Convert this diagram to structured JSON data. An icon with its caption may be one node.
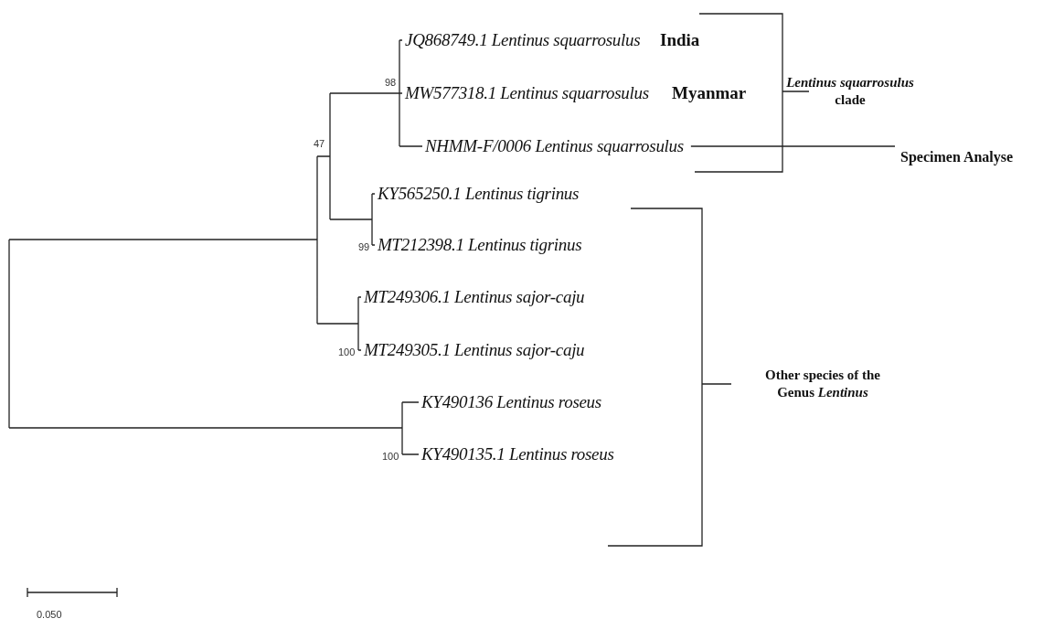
{
  "diagram": {
    "nodes": [
      {
        "text": [
          "JQ868749.1 Lentinus squarrosulus"
        ],
        "beside": [
          "India"
        ]
      },
      {
        "text": [
          "MW577318.1 Lentinus squarrosulus"
        ],
        "beside": [
          "Myanmar"
        ]
      },
      {
        "text": [
          "NHMM-F/0006 Lentinus squarrosulus"
        ]
      },
      {
        "text": [
          "KY565250.1 Lentinus tigrinus"
        ]
      },
      {
        "text": [
          "MT212398.1 Lentinus tigrinus"
        ]
      },
      {
        "text": [
          "MT249306.1 Lentinus sajor-caju"
        ]
      },
      {
        "text": [
          "MT249305.1 Lentinus sajor-caju"
        ]
      },
      {
        "text": [
          "KY490136 Lentinus roseus"
        ]
      },
      {
        "text": [
          "KY490135.1 Lentinus roseus"
        ]
      },
      {
        "text": [
          "Specimen Analyse"
        ]
      }
    ],
    "edges": [
      {
        "from": 2,
        "to": 9,
        "arrow": "none"
      }
    ],
    "labels": [
      "98",
      "47",
      "*Lentinus squarrosulus* clade",
      "99",
      "Other species of the Genus *Lentinus*",
      "100",
      "100",
      "0.050"
    ]
  }
}
